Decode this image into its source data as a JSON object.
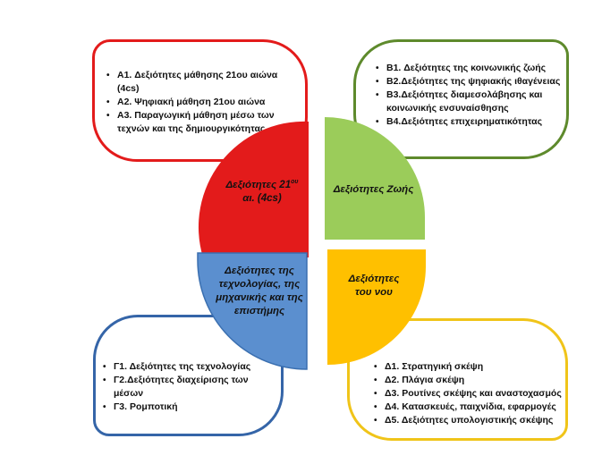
{
  "colors": {
    "red": "#e31b1b",
    "green": "#9bcc5a",
    "green_border": "#5e8a2c",
    "blue": "#5b8fcf",
    "blue_border": "#3565a8",
    "yellow": "#ffc000",
    "yellow_border": "#f0c419"
  },
  "quadrants": {
    "a": {
      "label_main": "Δεξιότητες 21",
      "label_sup": "ου",
      "label_rest": "αι. (4cs)",
      "items": [
        "A1. Δεξιότητες μάθησης 21ου αιώνα (4cs)",
        "A2. Ψηφιακή μάθηση 21ου αιώνα",
        "A3. Παραγωγική μάθηση μέσω των τεχνών και της δημιουργικότητας"
      ]
    },
    "b": {
      "label": "Δεξιότητες Ζωής",
      "items": [
        "B1. Δεξιότητες της κοινωνικής ζωής",
        "B2.Δεξιότητες της ψηφιακής ιθαγένειας",
        "B3.Δεξιότητες διαμεσολάβησης και κοινωνικής ενσυναίσθησης",
        "B4.Δεξιότητες επιχειρηματικότητας"
      ]
    },
    "c": {
      "label": "Δεξιότητες της τεχνολογίας, της μηχανικής και της επιστήμης",
      "items": [
        "Γ1. Δεξιότητες της τεχνολογίας",
        "Γ2.Δεξιότητες διαχείρισης των μέσων",
        "Γ3. Ρομποτική"
      ]
    },
    "d": {
      "label_line1": "Δεξιότητες",
      "label_line2": "του νου",
      "items": [
        "Δ1. Στρατηγική σκέψη",
        "Δ2. Πλάγια σκέψη",
        "Δ3. Ρουτίνες σκέψης και αναστοχασμός",
        "Δ4. Κατασκευές, παιχνίδια, εφαρμογές",
        "Δ5. Δεξιότητες υπολογιστικής σκέψης"
      ]
    }
  }
}
